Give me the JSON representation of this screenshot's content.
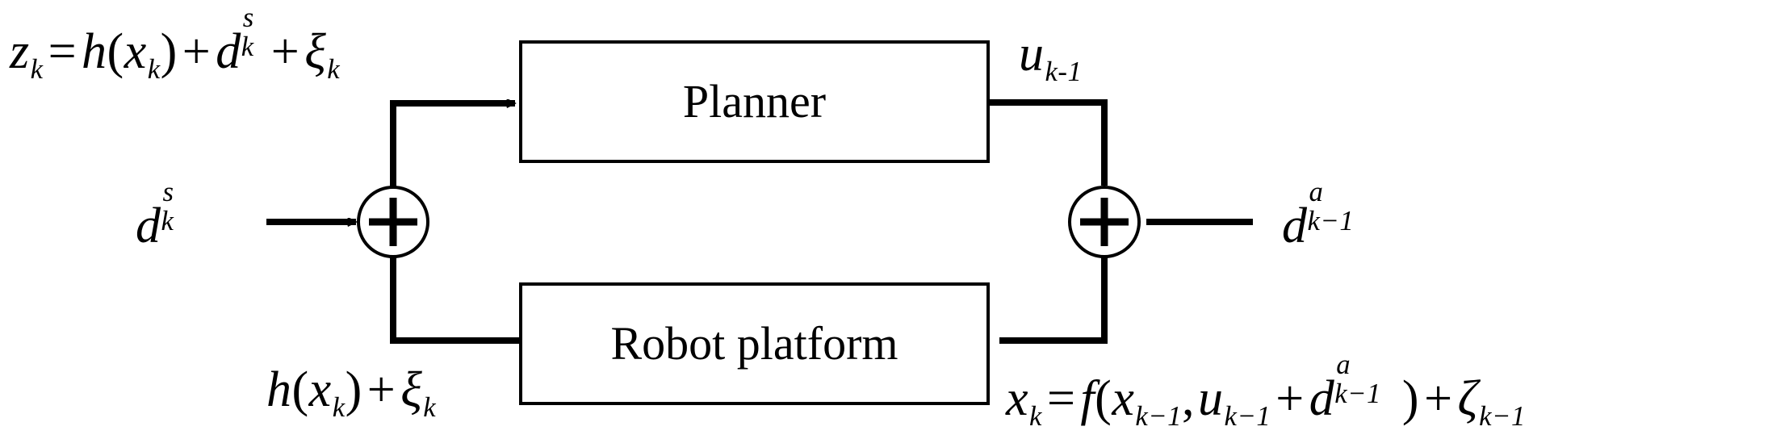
{
  "figure": {
    "type": "block-diagram",
    "background_color": "#ffffff",
    "line_color": "#000000",
    "blocks": [
      {
        "id": "planner",
        "label": "Planner"
      },
      {
        "id": "robot",
        "label": "Robot platform"
      }
    ],
    "junctions": [
      {
        "id": "sum-left",
        "symbol": "+"
      },
      {
        "id": "sum-right",
        "symbol": "+"
      }
    ]
  },
  "equations": {
    "measurement": {
      "lhs_var": "z",
      "lhs_sub": "k",
      "eq": "=",
      "h": "h",
      "open": "(",
      "x": "x",
      "x_sub": "k",
      "close": ")",
      "plus1": "+",
      "d": "d",
      "d_sup": "s",
      "d_sub": "k",
      "plus2": "+",
      "xi": "ξ",
      "xi_sub": "k"
    },
    "sensor_attack": {
      "d": "d",
      "sup": "s",
      "sub": "k"
    },
    "control": {
      "u": "u",
      "sub": "k-1"
    },
    "actuator_attack": {
      "d": "d",
      "sup": "a",
      "sub": "k−1"
    },
    "output": {
      "h": "h",
      "open": "(",
      "x": "x",
      "x_sub": "k",
      "close": ")",
      "plus": "+",
      "xi": "ξ",
      "xi_sub": "k"
    },
    "dynamics": {
      "lhs_var": "x",
      "lhs_sub": "k",
      "eq": "=",
      "f": "f",
      "open": "(",
      "x": "x",
      "x_sub": "k−1",
      "comma": ",",
      "u": "u",
      "u_sub": "k−1",
      "plus1": "+",
      "d": "d",
      "d_sup": "a",
      "d_sub": "k−1",
      "close": ")",
      "plus2": "+",
      "zeta": "ζ",
      "zeta_sub": "k−1"
    }
  }
}
